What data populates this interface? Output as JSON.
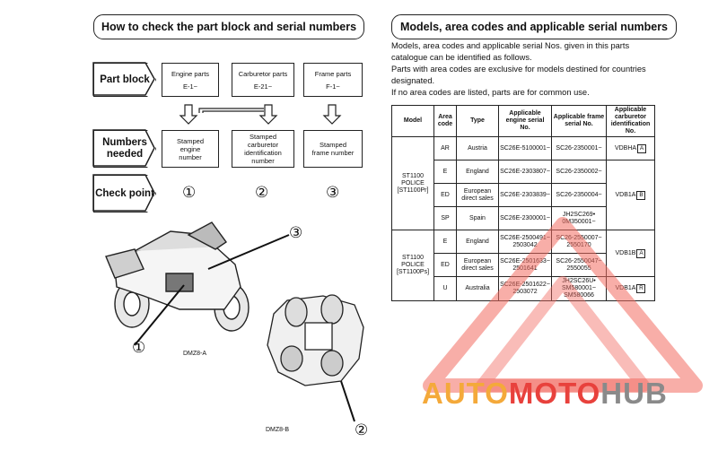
{
  "left": {
    "title": "How to check the part block and serial numbers",
    "rows": {
      "part_block": "Part block",
      "numbers_needed": "Numbers needed",
      "check_point": "Check point"
    },
    "parts": [
      {
        "name": "Engine parts",
        "code": "E-1~",
        "stamp": "Stamped engine number",
        "point": "①"
      },
      {
        "name": "Carburetor parts",
        "code": "E-21~",
        "stamp": "Stamped carburetor identification number",
        "point": "②"
      },
      {
        "name": "Frame parts",
        "code": "F-1~",
        "stamp": "Stamped frame number",
        "point": "③"
      }
    ],
    "diagram_labels": {
      "dmz_a": "DMZ8-A",
      "dmz_b": "DMZ8-B",
      "c1": "①",
      "c2": "②",
      "c3": "③"
    }
  },
  "right": {
    "title": "Models, area codes and applicable serial numbers",
    "intro": [
      "Models, area codes and applicable serial Nos. given in this parts catalogue can be identified as follows.",
      "Parts with area codes are exclusive for models destined for countries designated.",
      "If no area codes are listed, parts are for common use."
    ],
    "table": {
      "headers": [
        "Model",
        "Area code",
        "Type",
        "Applicable engine serial No.",
        "Applicable frame serial No.",
        "Applicable carburetor identification No."
      ],
      "groups": [
        {
          "model": "ST1100 POLICE [ST1100Pr]",
          "carb": [
            {
              "text": "VDBHA",
              "code": "A",
              "span": 1
            },
            {
              "text": "VDB1A",
              "code": "B",
              "span": 3
            }
          ],
          "rows": [
            {
              "area": "AR",
              "type": "Austria",
              "engine": "SC26E-5100001~",
              "frame": "SC26-2350001~"
            },
            {
              "area": "E",
              "type": "England",
              "engine": "SC26E-2303807~",
              "frame": "SC26-2350002~"
            },
            {
              "area": "ED",
              "type": "European direct sales",
              "engine": "SC26E-2303839~",
              "frame": "SC26-2350004~"
            },
            {
              "area": "SP",
              "type": "Spain",
              "engine": "SC26E-2300001~",
              "frame": "JH2SC269• 0M350001~"
            }
          ]
        },
        {
          "model": "ST1100 POLICE [ST1100Ps]",
          "carb": [
            {
              "text": "VDB1B",
              "code": "A",
              "span": 2
            },
            {
              "text": "VDB1A",
              "code": "R",
              "span": 1
            }
          ],
          "rows": [
            {
              "area": "E",
              "type": "England",
              "engine": "SC26E-2500491~ 2503042",
              "frame": "SC26-2550007~ 2550170"
            },
            {
              "area": "ED",
              "type": "European direct sales",
              "engine": "SC26E-2501633~ 2501641",
              "frame": "SC26-2550047~ 2550055"
            },
            {
              "area": "U",
              "type": "Australia",
              "engine": "SC26E-2501622~ 2503072",
              "frame": "JH2SC26U• SM580001~ SM580066"
            }
          ]
        }
      ]
    }
  },
  "watermark": {
    "part1": "AUTO",
    "part2": "MOTO",
    "part3": "HUB",
    "colors": {
      "orange": "#f4a93a",
      "red": "#e8413c",
      "gray": "#8a8a8a"
    }
  }
}
